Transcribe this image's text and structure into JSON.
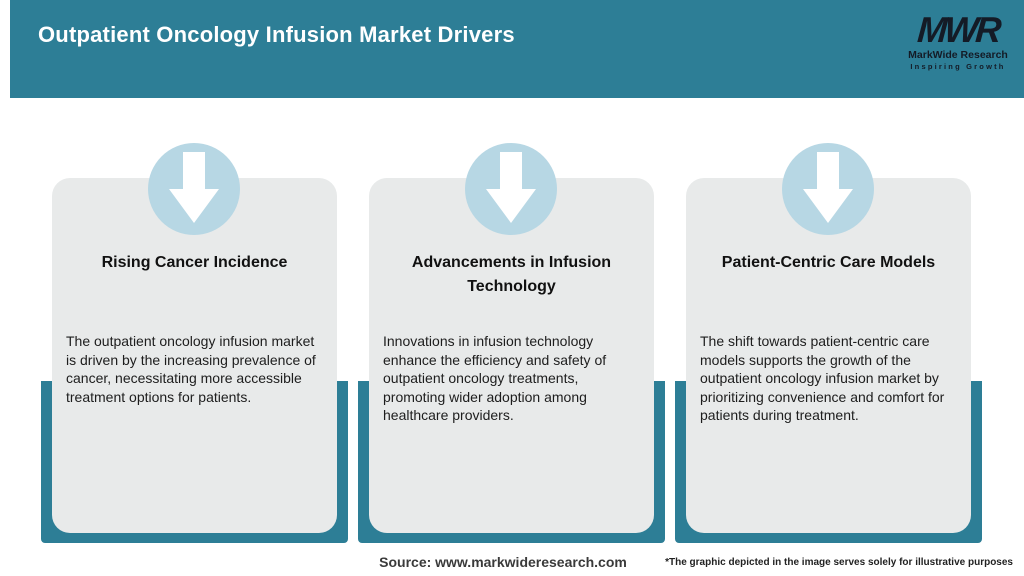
{
  "header": {
    "title": "Outpatient Oncology Infusion Market Drivers",
    "logo": {
      "acronym": "MWR",
      "name": "MarkWide Research",
      "tagline": "Inspiring Growth"
    }
  },
  "cards": [
    {
      "icon": "down-arrow-icon",
      "title": "Rising Cancer Incidence",
      "body": "The outpatient oncology infusion market is driven by the increasing prevalence of cancer, necessitating more accessible treatment options for patients."
    },
    {
      "icon": "down-arrow-icon",
      "title": "Advancements in Infusion Technology",
      "body": "Innovations in infusion technology enhance the efficiency and safety of outpatient oncology treatments, promoting wider adoption among healthcare providers."
    },
    {
      "icon": "down-arrow-icon",
      "title": "Patient-Centric Care Models",
      "body": "The shift towards patient-centric care models supports the growth of the outpatient oncology infusion market by prioritizing convenience and comfort for patients during treatment."
    }
  ],
  "footer": {
    "source": "Source: www.markwideresearch.com",
    "disclaimer": "*The graphic depicted in the image serves solely for illustrative purposes"
  },
  "colors": {
    "teal": "#2d7e96",
    "icon_circle_blue": "#b7d7e4",
    "card_background": "#e8eaea",
    "arrow": "#ffffff",
    "logo_dark": "#141b26"
  }
}
